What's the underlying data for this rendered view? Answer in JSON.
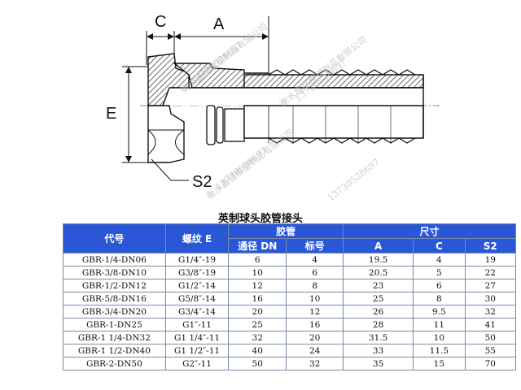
{
  "drawing": {
    "dim_c": "C",
    "dim_a": "A",
    "dim_e": "E",
    "dim_s2": "S2",
    "watermark_company": "衡水昌铭橡塑制品有限公司",
    "watermark_phone": "13730528697"
  },
  "spec_table": {
    "title": "英制球头胶管接头",
    "headers": {
      "code": "代号",
      "thread": "螺纹 E",
      "hose": "胶管",
      "size": "尺寸",
      "bore": "通径 DN",
      "mark": "标号",
      "a": "A",
      "c": "C",
      "s2": "S2"
    },
    "rows": [
      {
        "code": "GBR-1/4-DN06",
        "thread": "G1/4″-19",
        "dn": "6",
        "mark": "4",
        "a": "19.5",
        "c": "4",
        "s2": "19"
      },
      {
        "code": "GBR-3/8-DN10",
        "thread": "G3/8″-19",
        "dn": "10",
        "mark": "6",
        "a": "20.5",
        "c": "5",
        "s2": "22"
      },
      {
        "code": "GBR-1/2-DN12",
        "thread": "G1/2″-14",
        "dn": "12",
        "mark": "8",
        "a": "23",
        "c": "6",
        "s2": "27"
      },
      {
        "code": "GBR-5/8-DN16",
        "thread": "G5/8″-14",
        "dn": "16",
        "mark": "10",
        "a": "25",
        "c": "8",
        "s2": "30"
      },
      {
        "code": "GBR-3/4-DN20",
        "thread": "G3/4″-14",
        "dn": "20",
        "mark": "12",
        "a": "26",
        "c": "9.5",
        "s2": "32"
      },
      {
        "code": "GBR-1-DN25",
        "thread": "G1″-11",
        "dn": "25",
        "mark": "16",
        "a": "28",
        "c": "11",
        "s2": "41"
      },
      {
        "code": "GBR-1 1/4-DN32",
        "thread": "G1 1/4″-11",
        "dn": "32",
        "mark": "20",
        "a": "31.5",
        "c": "10",
        "s2": "50"
      },
      {
        "code": "GBR-1 1/2-DN40",
        "thread": "G1 1/2″-11",
        "dn": "40",
        "mark": "24",
        "a": "33",
        "c": "11.5",
        "s2": "55"
      },
      {
        "code": "GBR-2-DN50",
        "thread": "G2″-11",
        "dn": "50",
        "mark": "32",
        "a": "35",
        "c": "15",
        "s2": "70"
      }
    ]
  }
}
